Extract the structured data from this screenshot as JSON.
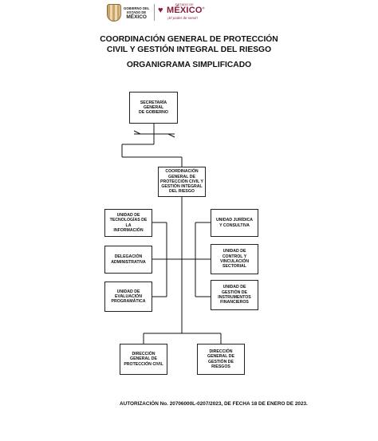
{
  "header": {
    "gov_line1": "GOBIERNO DEL",
    "gov_line2": "ESTADO DE",
    "gov_line3": "MÉXICO",
    "edo_small": "ESTADO DE",
    "edo_brand": "MÉXICO",
    "edo_slogan": "¡El poder de servir!",
    "brand_color": "#8a1c3a"
  },
  "titles": {
    "line1": "COORDINACIÓN GENERAL DE PROTECCIÓN",
    "line2": "CIVIL Y GESTIÓN INTEGRAL DEL RIESGO",
    "line3": "ORGANIGRAMA SIMPLIFICADO"
  },
  "org": {
    "secretaria": "SECRETARÍA\nGENERAL\nDE GOBIERNO",
    "coordinacion": "COORDINACIÓN\nGENERAL DE\nPROTECCIÓN CIVIL Y\nGESTIÓN INTEGRAL\nDEL RIESGO",
    "left": [
      "UNIDAD DE\nTECNOLOGÍAS DE LA\nINFORMACIÓN",
      "DELEGACIÓN\nADMINISTRATIVA",
      "UNIDAD DE\nEVALUACIÓN\nPROGRAMÁTICA"
    ],
    "right": [
      "UNIDAD JURÍDICA\nY CONSULTIVA",
      "UNIDAD DE\nCONTROL Y\nVINCULACIÓN\nSECTORIAL",
      "UNIDAD DE\nGESTIÓN DE\nINSTRUMENTOS\nFINANCIEROS"
    ],
    "bottom": [
      "DIRECCIÓN\nGENERAL DE\nPROTECCIÓN CIVIL",
      "DIRECCIÓN\nGENERAL DE\nGESTIÓN DE\nRIESGOS"
    ]
  },
  "footer": {
    "authorization": "AUTORIZACIÓN No. 20706000L-0207/2023, DE FECHA 18 DE ENERO DE 2023."
  }
}
